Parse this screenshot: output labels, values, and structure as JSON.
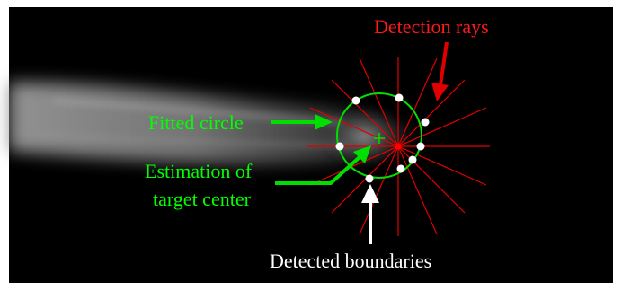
{
  "labels": {
    "detection_rays": "Detection rays",
    "fitted_circle": "Fitted circle",
    "estimation_line1": "Estimation of",
    "estimation_line2": "target center",
    "detected_boundaries": "Detected boundaries"
  },
  "colors": {
    "background": "#000000",
    "rays": "#e00000",
    "circle": "#00e000",
    "label_green": "#00ff00",
    "label_red": "#ff1a1a",
    "label_white": "#ffffff",
    "boundary_points": "#ffffff",
    "ray_center_marker": "#ff0000"
  },
  "icons": {
    "detection_rays_arrow": "arrow-down-left-icon",
    "fitted_circle_arrow": "arrow-right-icon",
    "estimation_arrow": "arrow-up-right-icon",
    "boundaries_arrow": "arrow-up-icon",
    "center_marker": "plus-icon"
  }
}
